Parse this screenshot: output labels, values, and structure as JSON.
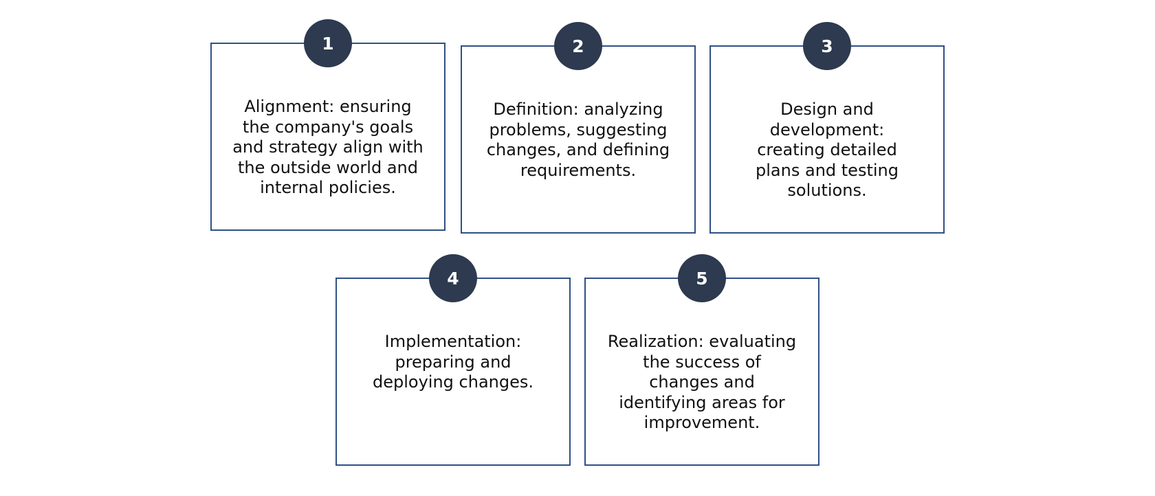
{
  "steps": [
    {
      "number": "1",
      "text": "Alignment: ensuring the company's goals and strategy align with the outside world and internal policies."
    },
    {
      "number": "2",
      "text": "Definition: analyzing problems, suggesting changes, and defining requirements."
    },
    {
      "number": "3",
      "text": "Design and development: creating detailed plans and testing solutions."
    },
    {
      "number": "4",
      "text": "Implementation: preparing and deploying changes."
    },
    {
      "number": "5",
      "text": "Realization: evaluating the success of changes and identifying areas for improvement."
    }
  ],
  "colors": {
    "badge_fill": "#2d3a4f",
    "card_border": "#2f4f86",
    "text": "#111111"
  }
}
